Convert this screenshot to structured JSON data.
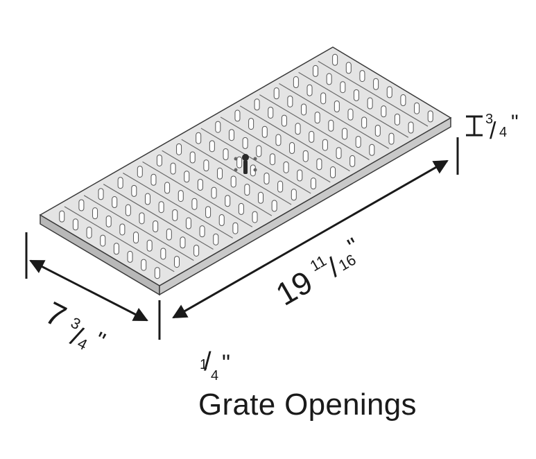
{
  "dimensions": {
    "length": {
      "whole": "19",
      "numerator": "11",
      "denominator": "16",
      "unit": "\""
    },
    "width": {
      "whole": "7",
      "numerator": "3",
      "denominator": "4",
      "unit": "\""
    },
    "height": {
      "numerator": "3",
      "denominator": "4",
      "unit": "\""
    }
  },
  "caption": {
    "opening_numerator": "1",
    "opening_denominator": "4",
    "opening_unit": "\"",
    "label": "Grate Openings"
  },
  "colors": {
    "grate_top": "#e4e4e4",
    "grate_side": "#b8b8b8",
    "outline": "#3a3a3a",
    "slot": "#ffffff",
    "ink": "#1a1a1a"
  }
}
